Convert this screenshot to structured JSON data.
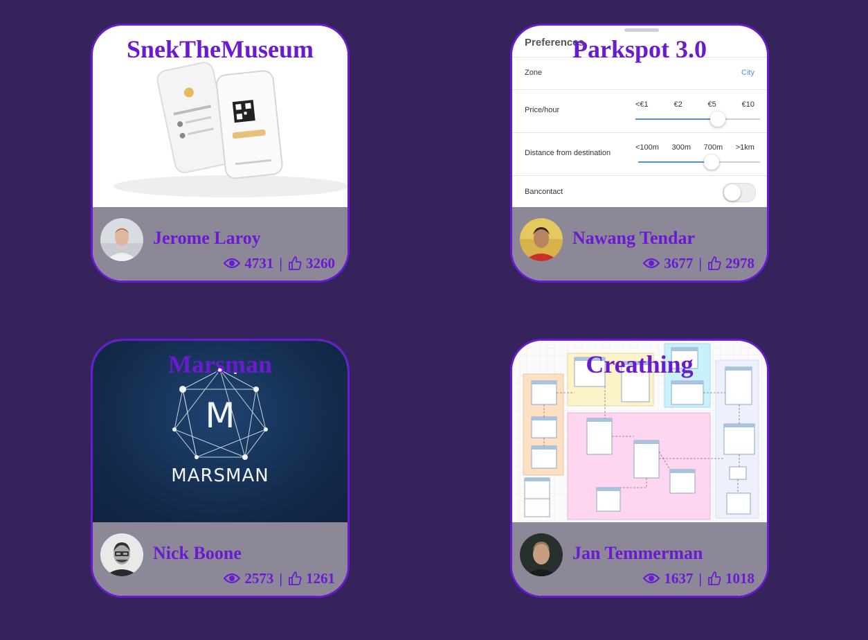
{
  "cards": [
    {
      "title": "SnekTheMuseum",
      "author": "Jerome Laroy",
      "views": "4731",
      "likes": "3260"
    },
    {
      "title": "Parkspot 3.0",
      "author": "Nawang Tendar",
      "views": "3677",
      "likes": "2978",
      "preview": {
        "heading": "Preferences",
        "zone_label": "Zone",
        "zone_value": "City",
        "price_label": "Price/hour",
        "price_ticks": [
          "<€1",
          "€2",
          "€5",
          "€10"
        ],
        "price_level": 0.66,
        "distance_label": "Distance from destination",
        "distance_ticks": [
          "<100m",
          "300m",
          "700m",
          ">1km"
        ],
        "distance_level": 0.6,
        "bancontact_label": "Bancontact",
        "bancontact_on": false
      }
    },
    {
      "title": "Marsman",
      "author": "Nick Boone",
      "views": "2573",
      "likes": "1261",
      "preview": {
        "logo_letter": "M",
        "logo_word": "MARSMAN"
      }
    },
    {
      "title": "Creathing",
      "author": "Jan Temmerman",
      "views": "1637",
      "likes": "1018"
    }
  ],
  "colors": {
    "background": "#35245c",
    "accent": "#6a1bd0",
    "footer": "#8c8898"
  },
  "icons": {
    "views": "eye-icon",
    "likes": "thumbs-up-icon",
    "separator": "|"
  }
}
